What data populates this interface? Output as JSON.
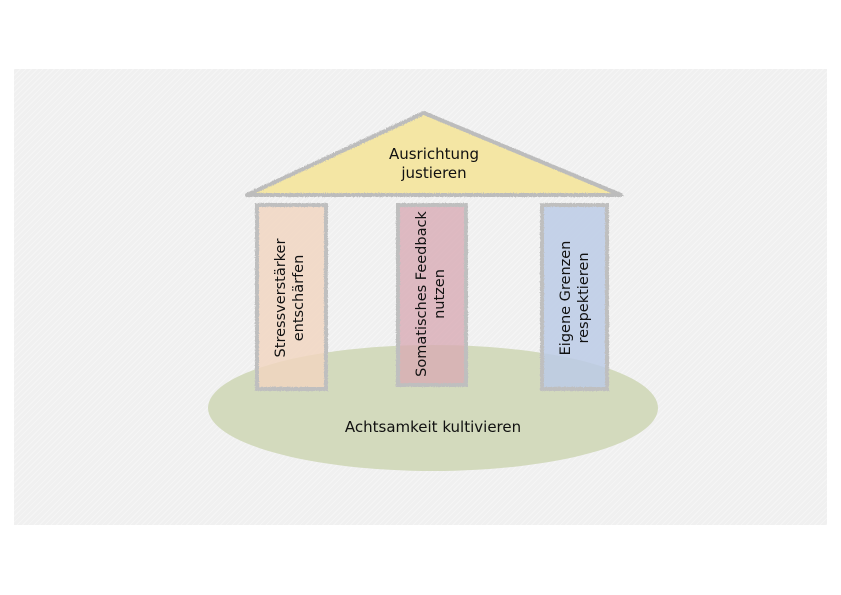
{
  "diagram": {
    "roof": {
      "line1": "Ausrichtung",
      "line2": "justieren",
      "color": "#f4e6a4"
    },
    "pillars": [
      {
        "line1": "Stressverstärker",
        "line2": "entschärfen",
        "color": "#f2d6c0"
      },
      {
        "line1": "Somatisches Feedback",
        "line2": "nutzen",
        "color": "#d9aab4"
      },
      {
        "line1": "Eigene Grenzen",
        "line2": "respektieren",
        "color": "#bccbe6"
      }
    ],
    "base": {
      "label": "Achtsamkeit kultivieren",
      "color": "#d3dabd"
    }
  }
}
